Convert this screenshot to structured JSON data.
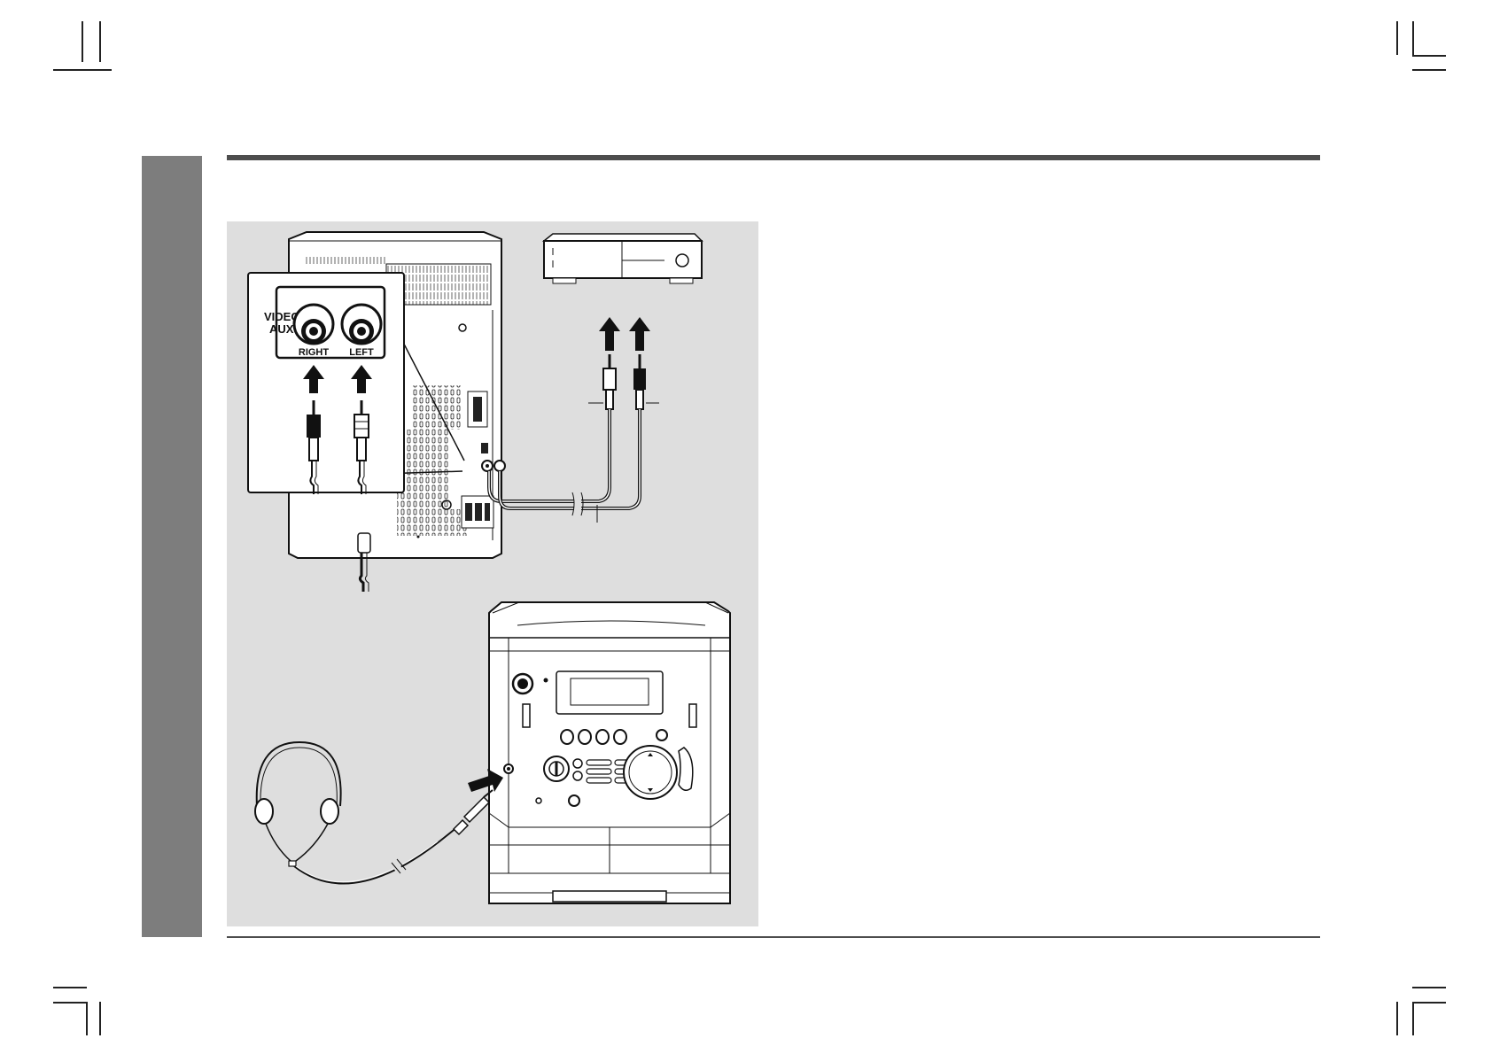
{
  "figure": {
    "jack_panel": {
      "heading_line1": "VIDEO/",
      "heading_line2": "AUX",
      "right_label": "RIGHT",
      "left_label": "LEFT"
    }
  },
  "icons": [
    "vcr-icon",
    "rca-plug-icon",
    "arrow-up-icon",
    "headphones-icon",
    "stereo-unit-icon",
    "speaker-unit-icon"
  ],
  "colors": {
    "figure_background": "#dedede",
    "side_tab": "#7d7d7d",
    "rule": "#4d4d4d"
  }
}
